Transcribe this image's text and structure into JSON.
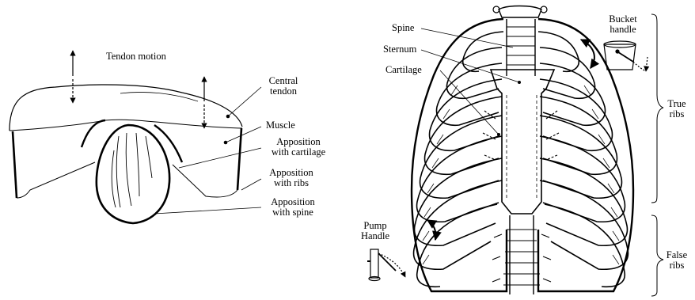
{
  "diaphragm": {
    "labels": {
      "tendon_motion": "Tendon motion",
      "central_tendon": [
        "Central",
        "tendon"
      ],
      "muscle": "Muscle",
      "apposition_cartilage": [
        "Apposition",
        "with cartilage"
      ],
      "apposition_ribs": [
        "Apposition",
        "with ribs"
      ],
      "apposition_spine": [
        "Apposition",
        "with spine"
      ]
    }
  },
  "ribcage": {
    "labels": {
      "spine": "Spine",
      "sternum": "Sternum",
      "cartilage": "Cartilage",
      "bucket_handle": [
        "Bucket",
        "handle"
      ],
      "pump_handle": [
        "Pump",
        "Handle"
      ],
      "true_ribs": [
        "True",
        "ribs"
      ],
      "false_ribs": [
        "False",
        "ribs"
      ]
    }
  },
  "colors": {
    "ink": "#000000",
    "background": "#ffffff"
  }
}
